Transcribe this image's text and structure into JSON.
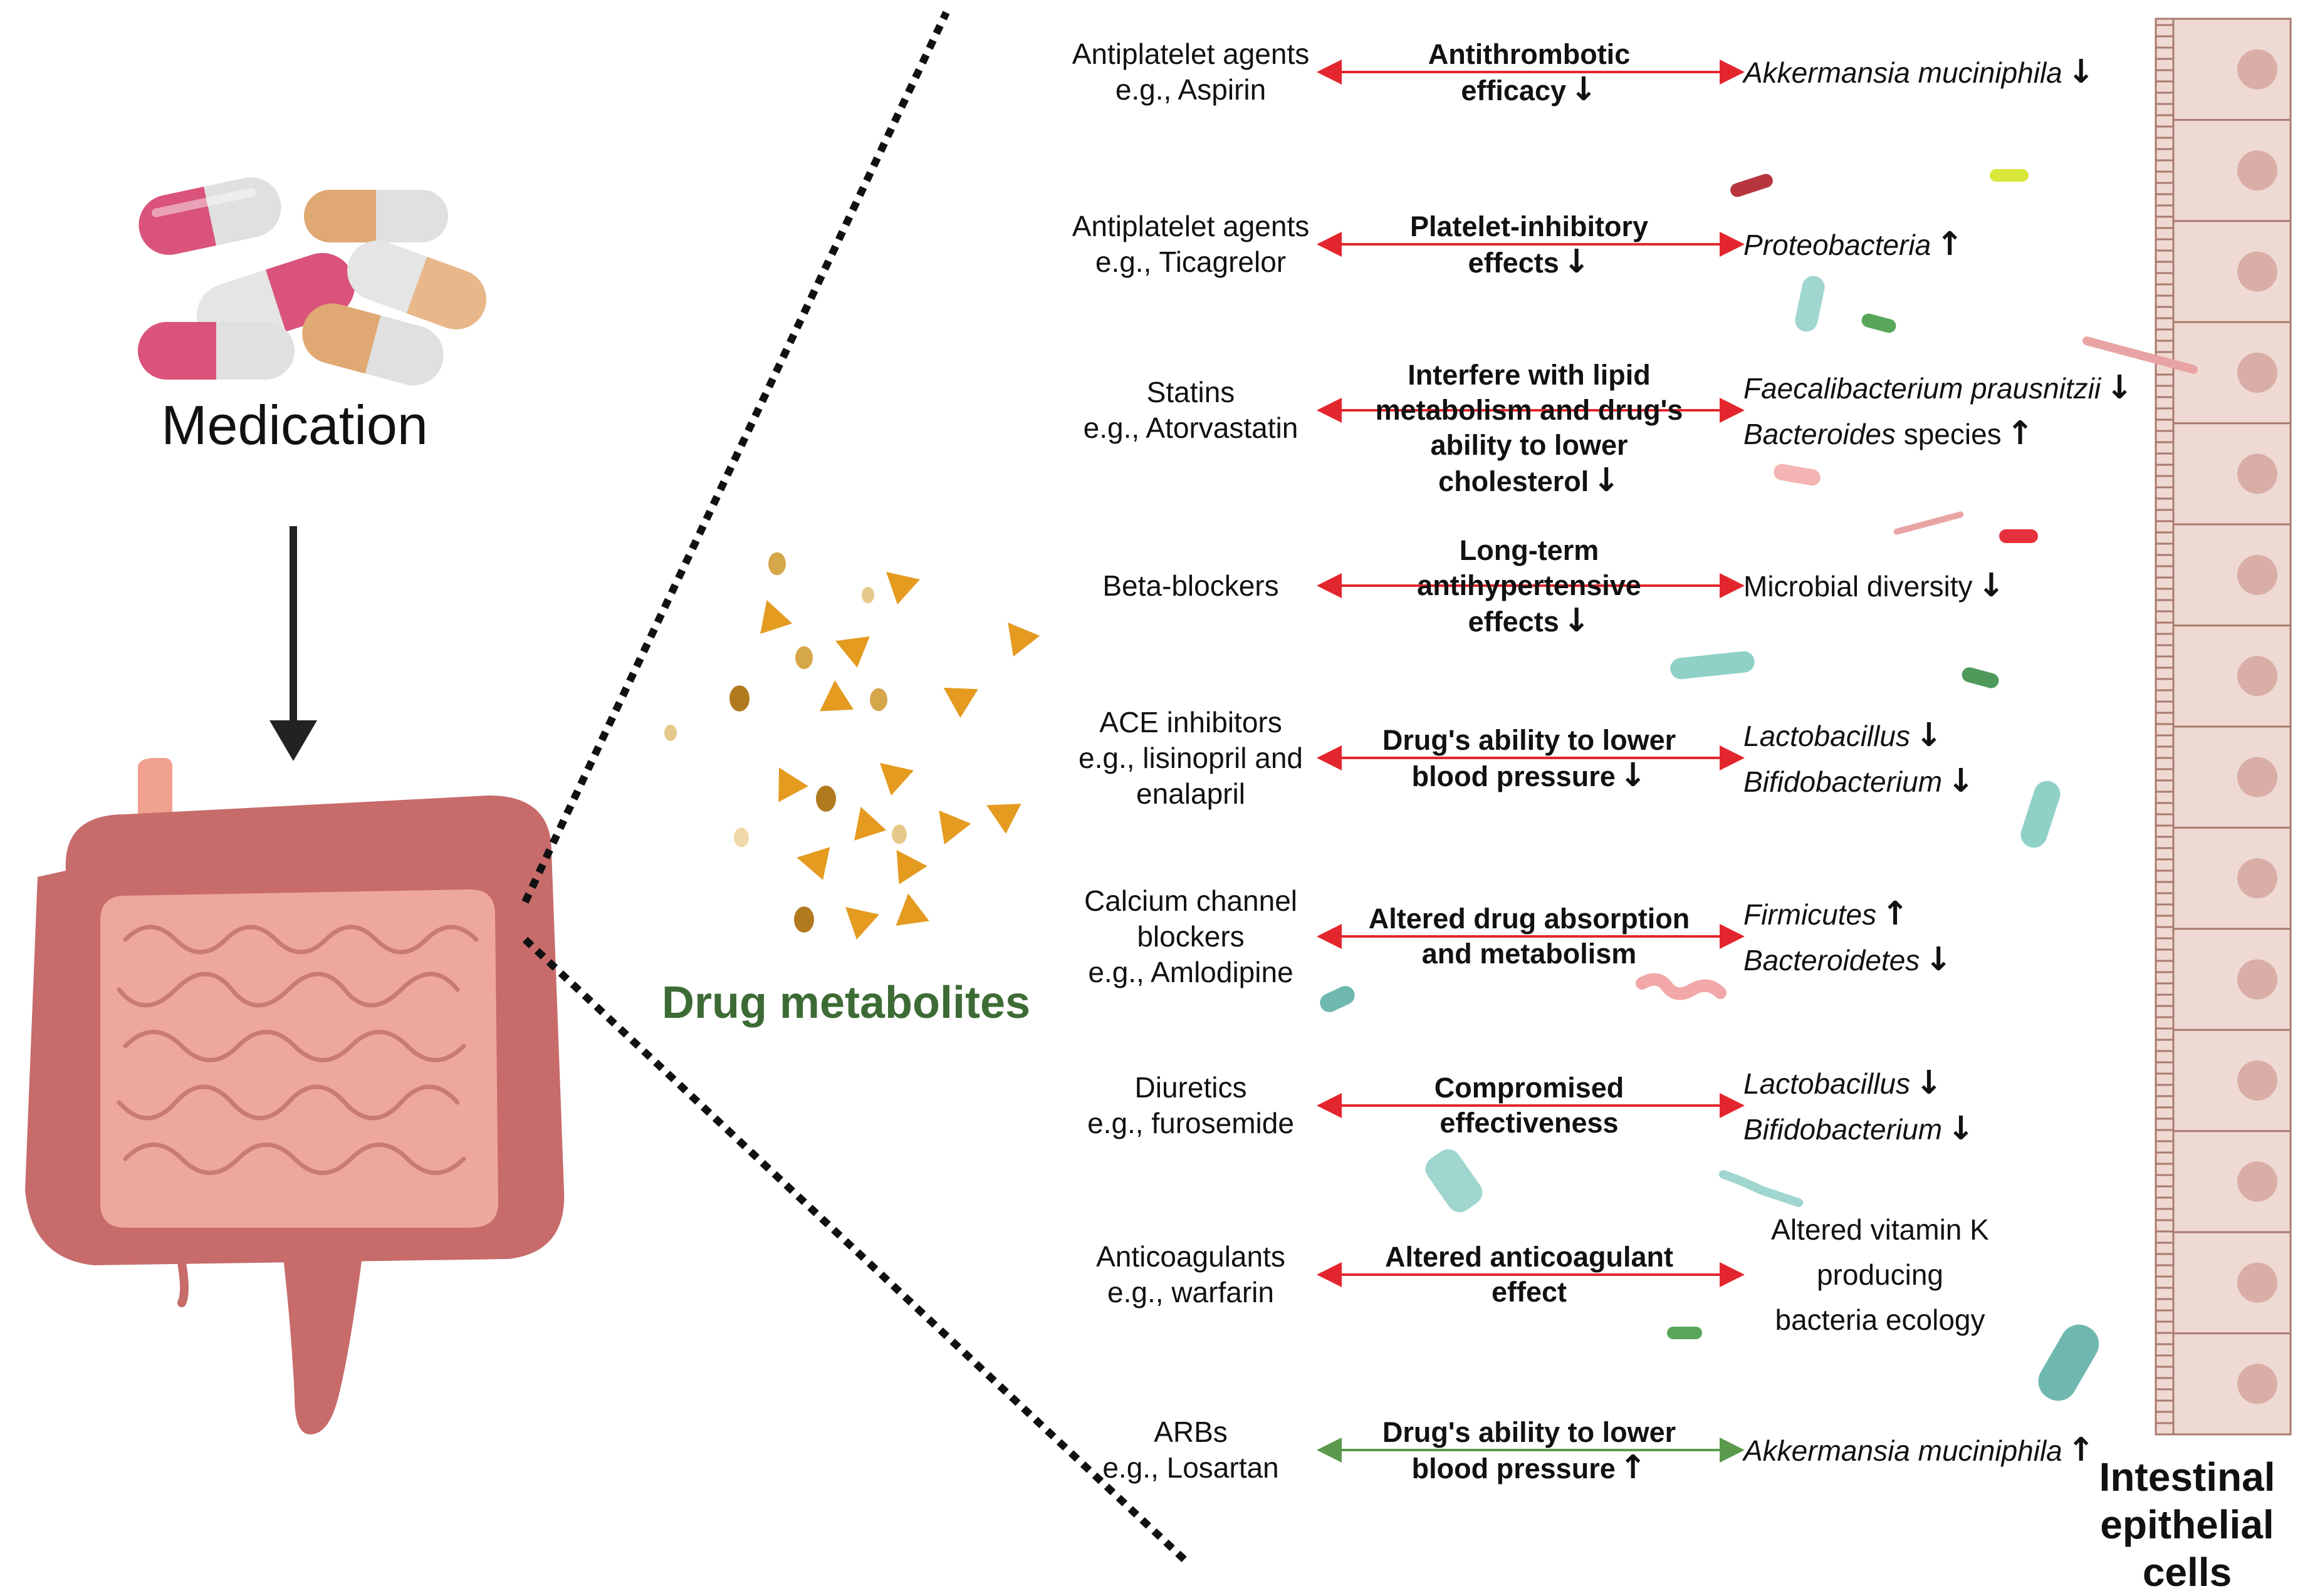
{
  "titles": {
    "medication": "Medication",
    "metabolites": "Drug metabolites",
    "epithelial_line1": "Intestinal",
    "epithelial_line2": "epithelial cells"
  },
  "colors": {
    "arrow_red": "#e3262d",
    "arrow_green": "#5b9a4c",
    "metabolite_green": "#3d6b35",
    "metabolite_orange": "#e49b20",
    "gut_outer": "#c76b6b",
    "gut_inner": "#eea89b",
    "epithelium": "#efd9d3",
    "nucleus": "#d9aea6"
  },
  "icons": {
    "pills": "capsule-pills-icon",
    "gut": "intestine-icon",
    "down": "down-arrow-icon",
    "up": "up-arrow-icon"
  },
  "rows": [
    {
      "drug_line1": "Antiplatelet agents",
      "drug_line2": "e.g.,  Aspirin",
      "drug_line3": "",
      "effect_line1": "Antithrombotic",
      "effect_line2": "efficacy",
      "effect_line3": "",
      "effect_dir": "↓",
      "micro1": "Akkermansia muciniphila",
      "micro1_italic": true,
      "micro1_dir": "↓",
      "micro2": "",
      "micro2_dir": "",
      "arrow": "red"
    },
    {
      "drug_line1": "Antiplatelet agents",
      "drug_line2": "e.g.,  Ticagrelor",
      "drug_line3": "",
      "effect_line1": "Platelet-inhibitory",
      "effect_line2": "effects",
      "effect_line3": "",
      "effect_dir": "↓",
      "micro1": "Proteobacteria",
      "micro1_italic": true,
      "micro1_dir": "↑",
      "micro2": "",
      "micro2_dir": "",
      "arrow": "red"
    },
    {
      "drug_line1": "Statins",
      "drug_line2": "e.g., Atorvastatin",
      "drug_line3": "",
      "effect_line1": "Interfere with lipid",
      "effect_line2": "metabolism and drug's",
      "effect_line3": "ability to lower cholesterol",
      "effect_dir": "↓",
      "micro1": "Faecalibacterium prausnitzii",
      "micro1_italic": true,
      "micro1_dir": "↓",
      "micro2": "Bacteroides",
      "micro2_suffix": " species",
      "micro2_dir": "↑",
      "arrow": "red"
    },
    {
      "drug_line1": "Beta-blockers",
      "drug_line2": "",
      "drug_line3": "",
      "effect_line1": "Long-term",
      "effect_line2": "antihypertensive",
      "effect_line3": "effects",
      "effect_dir": "↓",
      "micro1": "Microbial diversity",
      "micro1_italic": false,
      "micro1_dir": "↓",
      "micro2": "",
      "micro2_dir": "",
      "arrow": "red"
    },
    {
      "drug_line1": "ACE inhibitors",
      "drug_line2": "e.g., lisinopril and",
      "drug_line3": "enalapril",
      "effect_line1": "Drug's ability to lower",
      "effect_line2": "blood pressure",
      "effect_line3": "",
      "effect_dir": "↓",
      "micro1": "Lactobacillus",
      "micro1_italic": true,
      "micro1_dir": "↓",
      "micro2": "Bifidobacterium",
      "micro2_dir": "↓",
      "arrow": "red"
    },
    {
      "drug_line1": "Calcium channel",
      "drug_line2": "blockers",
      "drug_line3": "e.g., Amlodipine",
      "effect_line1": "Altered drug absorption",
      "effect_line2": "and metabolism",
      "effect_line3": "",
      "effect_dir": "",
      "micro1": "Firmicutes",
      "micro1_italic": true,
      "micro1_dir": "↑",
      "micro2": "Bacteroidetes",
      "micro2_dir": "↓",
      "arrow": "red"
    },
    {
      "drug_line1": "Diuretics",
      "drug_line2": "e.g., furosemide",
      "drug_line3": "",
      "effect_line1": "Compromised",
      "effect_line2": "effectiveness",
      "effect_line3": "",
      "effect_dir": "",
      "micro1": "Lactobacillus",
      "micro1_italic": true,
      "micro1_dir": "↓",
      "micro2": "Bifidobacterium",
      "micro2_dir": "↓",
      "arrow": "red"
    },
    {
      "drug_line1": "Anticoagulants",
      "drug_line2": "e.g., warfarin",
      "drug_line3": "",
      "effect_line1": "Altered anticoagulant",
      "effect_line2": "effect",
      "effect_line3": "",
      "effect_dir": "",
      "micro1": "Altered vitamin K",
      "micro1_italic": false,
      "micro1_dir": "",
      "micro2": "producing",
      "micro2_dir": "",
      "micro3": "bacteria ecology",
      "arrow": "red"
    },
    {
      "drug_line1": "ARBs",
      "drug_line2": "e.g., Losartan",
      "drug_line3": "",
      "effect_line1": "Drug's ability to lower",
      "effect_line2": "blood pressure",
      "effect_line3": "",
      "effect_dir": "↑",
      "micro1": "Akkermansia muciniphila",
      "micro1_italic": true,
      "micro1_dir": "↑",
      "micro2": "",
      "micro2_dir": "",
      "arrow": "green"
    }
  ]
}
